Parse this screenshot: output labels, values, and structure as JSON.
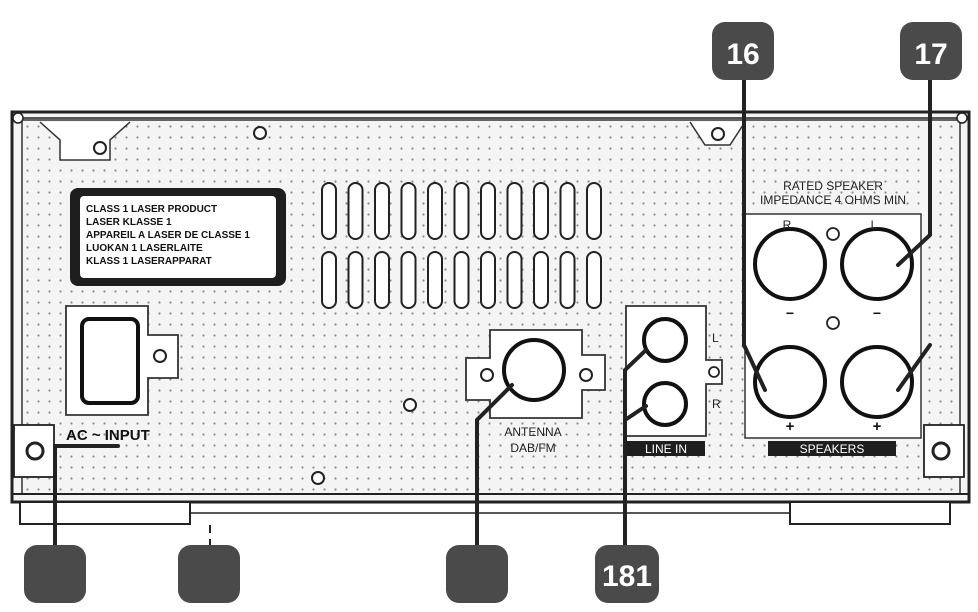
{
  "laser_label": {
    "lines": [
      "CLASS 1 LASER PRODUCT",
      "LASER KLASSE 1",
      "APPAREIL A LASER DE CLASSE 1",
      "LUOKAN 1 LASERLAITE",
      "KLASS 1 LASERAPPARAT"
    ]
  },
  "speaker_rating": {
    "line1": "RATED SPEAKER",
    "line2": "IMPEDANCE 4 OHMS MIN"
  },
  "terminals": {
    "right": "R",
    "left": "L",
    "minus": "−",
    "plus": "+"
  },
  "speakers_label": "SPEAKERS",
  "ac_input_label": "AC ~ INPUT",
  "antenna_label": {
    "line1": "ANTENNA",
    "line2": "DAB/FM"
  },
  "line_in": {
    "label": "LINE IN",
    "left": "L",
    "right": "R"
  },
  "callouts": {
    "c16": "16",
    "c17": "17",
    "c18": "181"
  },
  "colors": {
    "badge": "#4a4a4a",
    "panel": "#f7f7f7",
    "outline": "#222222",
    "plate": "#1e1e1e"
  }
}
